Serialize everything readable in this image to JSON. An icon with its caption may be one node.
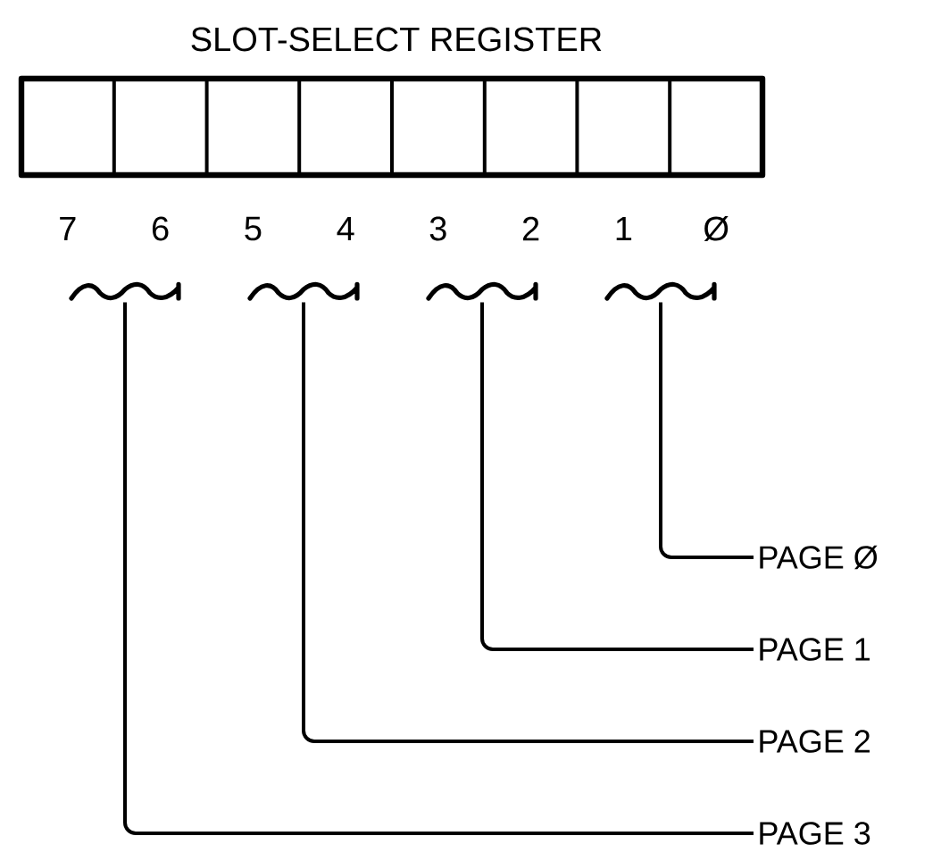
{
  "diagram": {
    "title": "SLOT-SELECT REGISTER",
    "nodes": [
      {
        "text": [],
        "shape": "brace"
      },
      {
        "text": [],
        "shape": "brace"
      },
      {
        "text": [],
        "shape": "brace"
      },
      {
        "text": [],
        "shape": "brace"
      },
      {
        "text": [
          "PAGE Ø"
        ]
      },
      {
        "text": [
          "PAGE 1"
        ]
      },
      {
        "text": [
          "PAGE 2"
        ]
      },
      {
        "text": [
          "PAGE 3"
        ]
      }
    ],
    "edges": [
      {
        "from": 3,
        "to": 4,
        "arrow": "none"
      },
      {
        "from": 2,
        "to": 5,
        "arrow": "none"
      },
      {
        "from": 1,
        "to": 6,
        "arrow": "none"
      },
      {
        "from": 0,
        "to": 7,
        "arrow": "none"
      }
    ],
    "labels": [
      "7",
      "6",
      "5",
      "4",
      "3",
      "2",
      "1",
      "Ø"
    ]
  }
}
